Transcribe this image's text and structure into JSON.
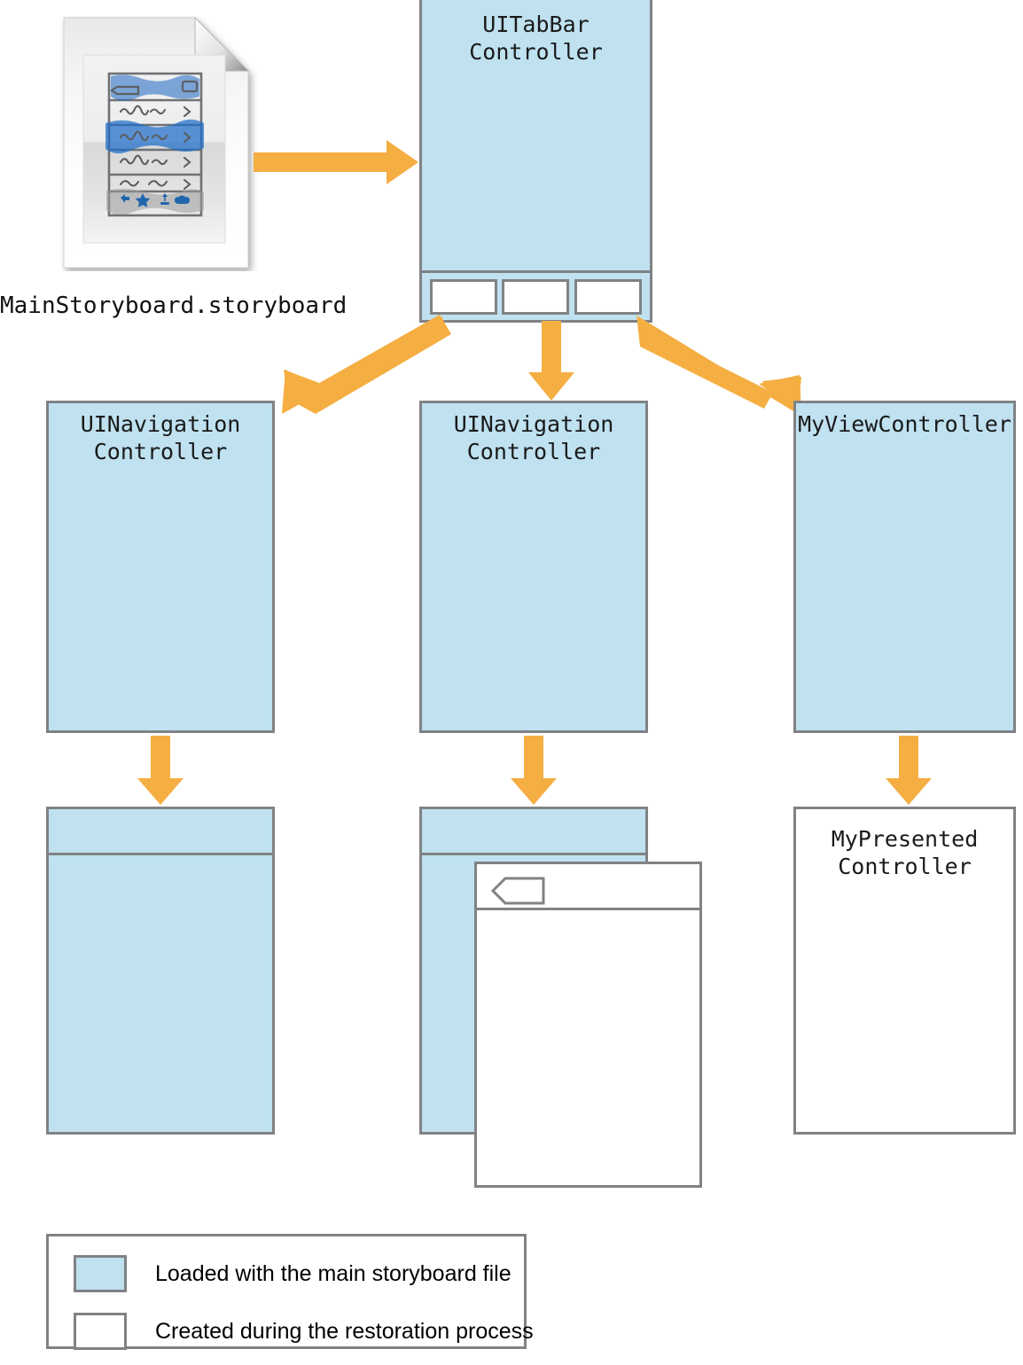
{
  "diagram": {
    "title": "Storyboard restoration object graph",
    "colors": {
      "loaded_fill": "#bfe1f0",
      "restored_fill": "#ffffff",
      "stroke": "#808285",
      "arrow": "#f5ae42"
    }
  },
  "storyboard_file": {
    "name": "MainStoryboard.storyboard",
    "icon": "storyboard-document-icon"
  },
  "nodes": {
    "tabbar_controller": {
      "label": "UITabBar\nController",
      "fill": "loaded",
      "tab_count": 3
    },
    "nav_controller_left": {
      "label": "UINavigation\nController",
      "fill": "loaded"
    },
    "nav_controller_middle": {
      "label": "UINavigation\nController",
      "fill": "loaded"
    },
    "my_view_controller": {
      "label": "MyViewController",
      "fill": "loaded"
    },
    "root_left": {
      "label": "",
      "fill": "loaded"
    },
    "root_middle": {
      "label": "",
      "fill": "loaded"
    },
    "pushed_middle": {
      "label": "",
      "fill": "restored"
    },
    "my_presented_controller": {
      "label": "MyPresented\nController",
      "fill": "restored"
    }
  },
  "legend": {
    "items": [
      {
        "swatch": "blue",
        "label": "Loaded with the main storyboard file"
      },
      {
        "swatch": "white",
        "label": "Created during the restoration process"
      }
    ]
  }
}
